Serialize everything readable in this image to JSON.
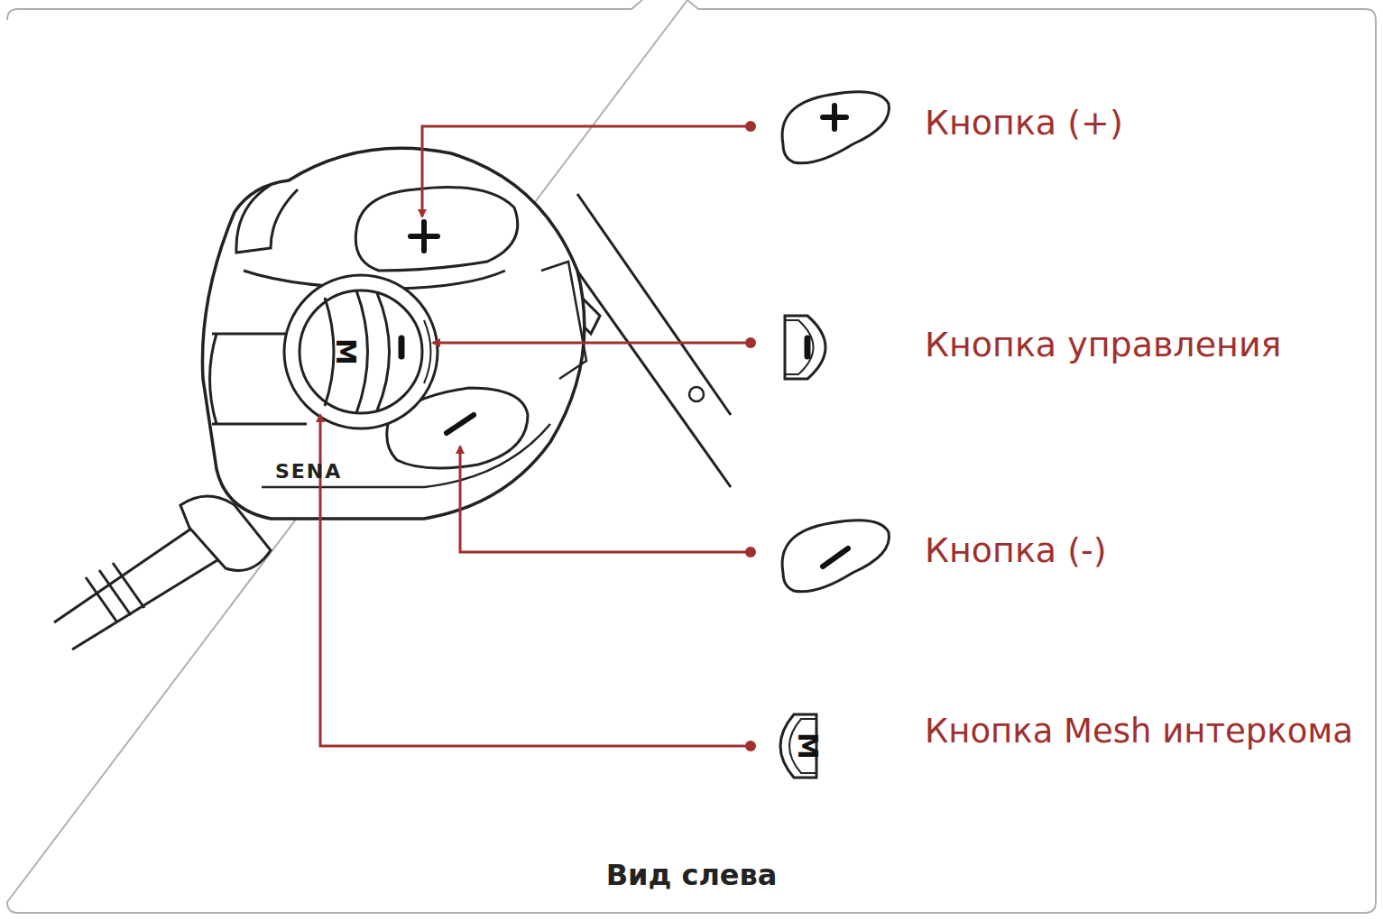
{
  "diagram": {
    "caption": "Вид слева",
    "labels": [
      "Кнопка (+)",
      "Кнопка управления",
      "Кнопка (-)",
      "Кнопка Mesh интеркома",
      "SENA",
      "M",
      "M"
    ]
  }
}
